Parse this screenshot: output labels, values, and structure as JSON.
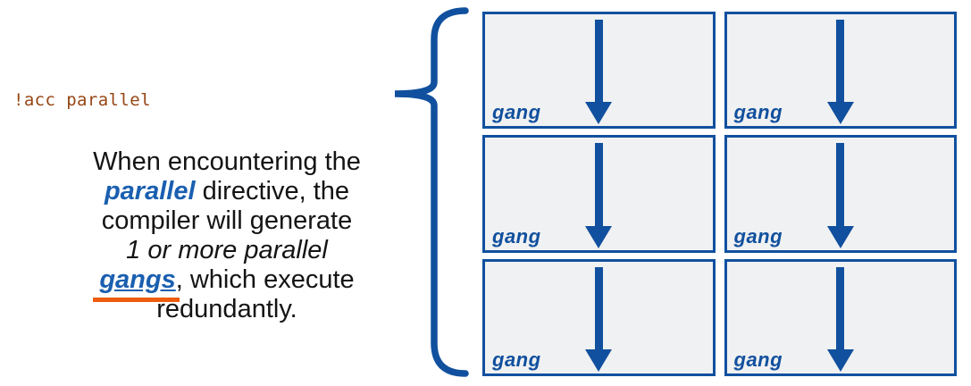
{
  "colors": {
    "accent_blue": "#11509E",
    "text_blue": "#1A5FB0",
    "underline_orange": "#ED5C0F",
    "code_brown": "#964614",
    "cell_bg": "#F0F1F2",
    "text_black": "#141414",
    "page_bg": "#FFFFFF"
  },
  "code_label": "!acc parallel",
  "explanation": {
    "line1": "When encountering the",
    "line2_keyword": "parallel",
    "line2_rest": " directive, the",
    "line3": "compiler will generate",
    "line4": "1 or more parallel",
    "line5_keyword": "gangs",
    "line5_rest": ", which execute",
    "line6": "redundantly."
  },
  "grid": {
    "rows": 3,
    "cols": 2,
    "cell_label": "gang"
  }
}
